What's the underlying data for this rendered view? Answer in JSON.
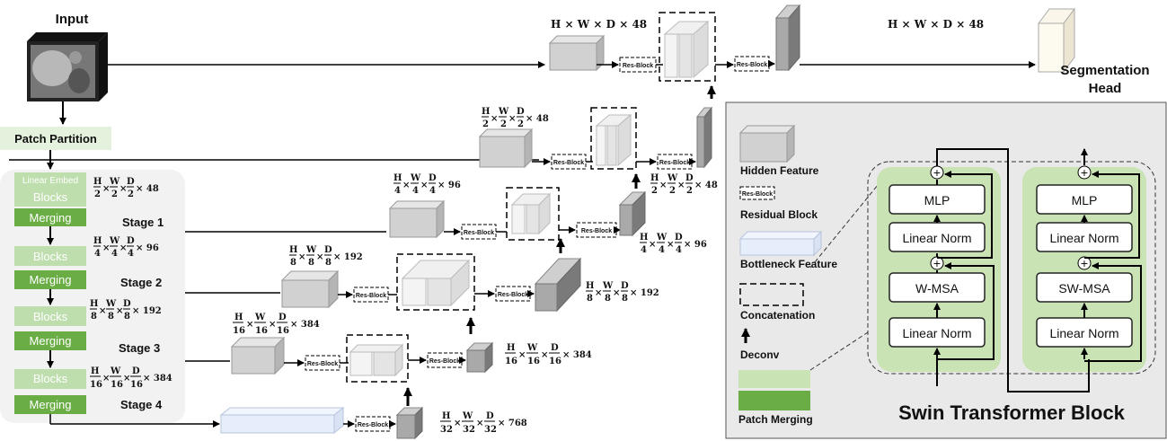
{
  "title": "Swin Transformer Block",
  "input_label": "Input",
  "patch_partition": "Patch Partition",
  "linear_embed": "Linear Embed",
  "blocks": "Blocks",
  "merging": "Merging",
  "stages": [
    "Stage 1",
    "Stage 2",
    "Stage 3",
    "Stage 4"
  ],
  "res_block": "Res-Block",
  "segmentation_head": [
    "Segmentation",
    "Head"
  ],
  "dims": {
    "top": "H × W × D × 48",
    "out": "H × W × D × 48"
  },
  "legend": {
    "hidden": "Hidden Feature",
    "residual": "Residual Block",
    "bottleneck": "Bottleneck Feature",
    "concat": "Concatenation",
    "deconv": "Deconv",
    "merging": "Patch Merging"
  },
  "block_left": {
    "mlp": "MLP",
    "norm2": "Linear Norm",
    "attn": "W-MSA",
    "norm1": "Linear Norm"
  },
  "block_right": {
    "mlp": "MLP",
    "norm2": "Linear Norm",
    "attn": "SW-MSA",
    "norm1": "Linear Norm"
  },
  "colors": {
    "blocks": "#bfdeae",
    "merging": "#6aad45",
    "patch_partition": "#e4f1dc",
    "swin_bg": "#c9e3b4",
    "panel_bg": "#e9e9e9",
    "feature": "#d1d1d1",
    "bottleneck": "#e6eefb"
  }
}
